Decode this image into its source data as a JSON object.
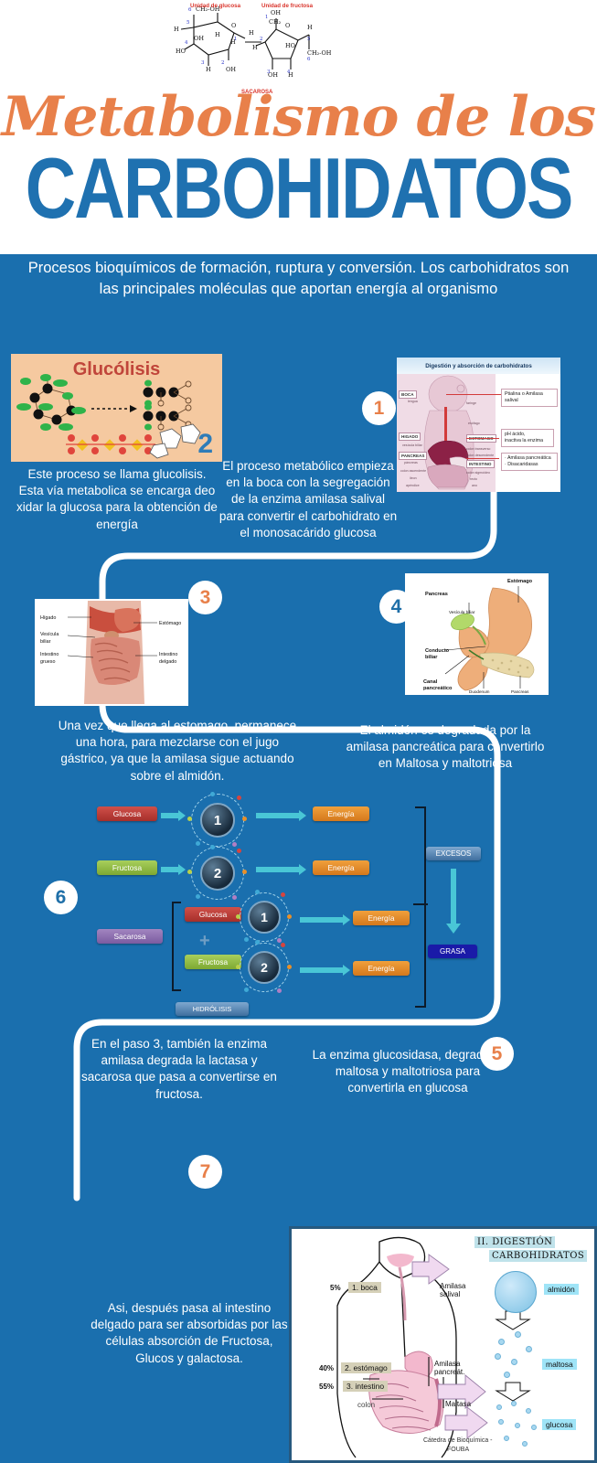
{
  "header": {
    "title_script": "Metabolismo de los",
    "title_main": "CARBOHIDATOS",
    "subtitle": "Procesos bioquímicos de formación, ruptura y conversión. Los carbohidratos son las principales moléculas que aportan energía al organismo",
    "molecule": {
      "label_left": "Unidad de glucosa",
      "label_right": "Unidad de fructosa",
      "label_bottom": "SACAROSA",
      "atoms": [
        "CH₂-OH",
        "OH",
        "HO",
        "H",
        "CH₂",
        "CH₂-OH",
        "O"
      ],
      "ring_numbers_left": [
        "1",
        "2",
        "3",
        "4",
        "5",
        "6"
      ],
      "ring_numbers_right": [
        "1",
        "2",
        "3",
        "4",
        "5",
        "6"
      ]
    }
  },
  "steps": [
    {
      "number": "1",
      "badge_color": "orange",
      "text": "El proceso metabólico empieza en la boca con la segregación de la enzima amilasa salival para convertir el carbohidrato en el monosacárido glucosa"
    },
    {
      "number": "2",
      "badge_color": "blue",
      "text": "Este proceso se llama glucolisis. Esta vía metabolica se encarga deo xidar la glucosa para la obtención de energía"
    },
    {
      "number": "3",
      "badge_color": "orange",
      "text": "Una vez que llega al estomago, permanece una hora, para mezclarse con el jugo gástrico, ya que la amilasa sigue actuando sobre el almidón."
    },
    {
      "number": "4",
      "badge_color": "blue",
      "text": "El almidón es degradada por la amilasa pancreática para convertirlo en  Maltosa y maltotriosa"
    },
    {
      "number": "5",
      "badge_color": "orange",
      "text": "La enzima glucosidasa, degrada la maltosa y maltotriosa para convertirla en glucosa"
    },
    {
      "number": "6",
      "badge_color": "blue",
      "text": "En el paso 3, también la enzima amilasa degrada la lactasa y sacarosa que pasa a convertirse en fructosa."
    },
    {
      "number": "7",
      "badge_color": "orange",
      "text": "Asi, después pasa al intestino delgado para ser absorbidas por las células absorción de Fructosa, Glucos y galactosa."
    }
  ],
  "glycolysis_image": {
    "title": "Glucólisis",
    "corner_number": "2"
  },
  "digestion_image_1": {
    "title": "Digestión y absorción de carbohidratos",
    "organ_labels": [
      "BOCA",
      "lengua",
      "faringe",
      "esófago",
      "HIGADO",
      "vesícula biliar",
      "PANCREAS",
      "páncreas",
      "colon ascendente",
      "ileon",
      "apéndice",
      "ESTOMAGO",
      "colon transverso",
      "colon descendente",
      "INTESTINO",
      "colon sigmoideo",
      "recto",
      "ano"
    ],
    "callouts": [
      "Ptialina o Amilasa salival",
      "pH ácido, inactiva la enzima",
      "· Amilasa pancreática\n· Disacaridasas"
    ]
  },
  "abdomen_image": {
    "labels": [
      "Hígado",
      "Vesícula biliar",
      "Intestino grueso",
      "Estómago",
      "Intestino delgado"
    ]
  },
  "pancreas_image": {
    "title": "Pancreas",
    "labels": [
      "Estómago",
      "Vesícula biliar",
      "Conducto biliar",
      "Canal pancreático",
      "Duodenum",
      "Pancreas"
    ]
  },
  "metabolism_flow": {
    "inputs": [
      "Glucosa",
      "Fructosa",
      "Sacarosa"
    ],
    "sub_inputs": [
      "Glucosa",
      "Fructosa"
    ],
    "orb_numbers": [
      "1",
      "2",
      "1",
      "2"
    ],
    "outputs": [
      "Energía",
      "Energía",
      "Energía",
      "Energía"
    ],
    "hydrolysis_label": "HIDRÓLISIS",
    "excess_label": "EXCESOS",
    "fat_label": "GRASA",
    "plus_sign": "+",
    "colors": {
      "glucosa": "#c23b36",
      "fructosa": "#8cc152",
      "sacarosa": "#8e6fae",
      "energia": "#e8902a",
      "excesos": "#4a7fb5",
      "grasa": "#1a1aa8",
      "hidrolisis": "#4a7fb5"
    }
  },
  "digestion_image_2": {
    "title_line1": "II. DIGESTIÓN",
    "title_line2": "CARBOHIDRATOS",
    "percents": [
      "5%",
      "40%",
      "55%"
    ],
    "sites": [
      "1. boca",
      "2. estómago",
      "3. intestino"
    ],
    "colon_label": "colon",
    "enzymes": [
      "Amilasa salival",
      "Amilasa pancreát.",
      "Maltasa"
    ],
    "products": [
      "almidón",
      "maltosa",
      "glucosa"
    ],
    "credit_line1": "Cátedra de Bioquímica -",
    "credit_line2": "FOUBA"
  },
  "theme": {
    "background": "#1a6fae",
    "accent_orange": "#e8804a",
    "accent_blue": "#1f71b0",
    "text_white": "#ffffff"
  }
}
